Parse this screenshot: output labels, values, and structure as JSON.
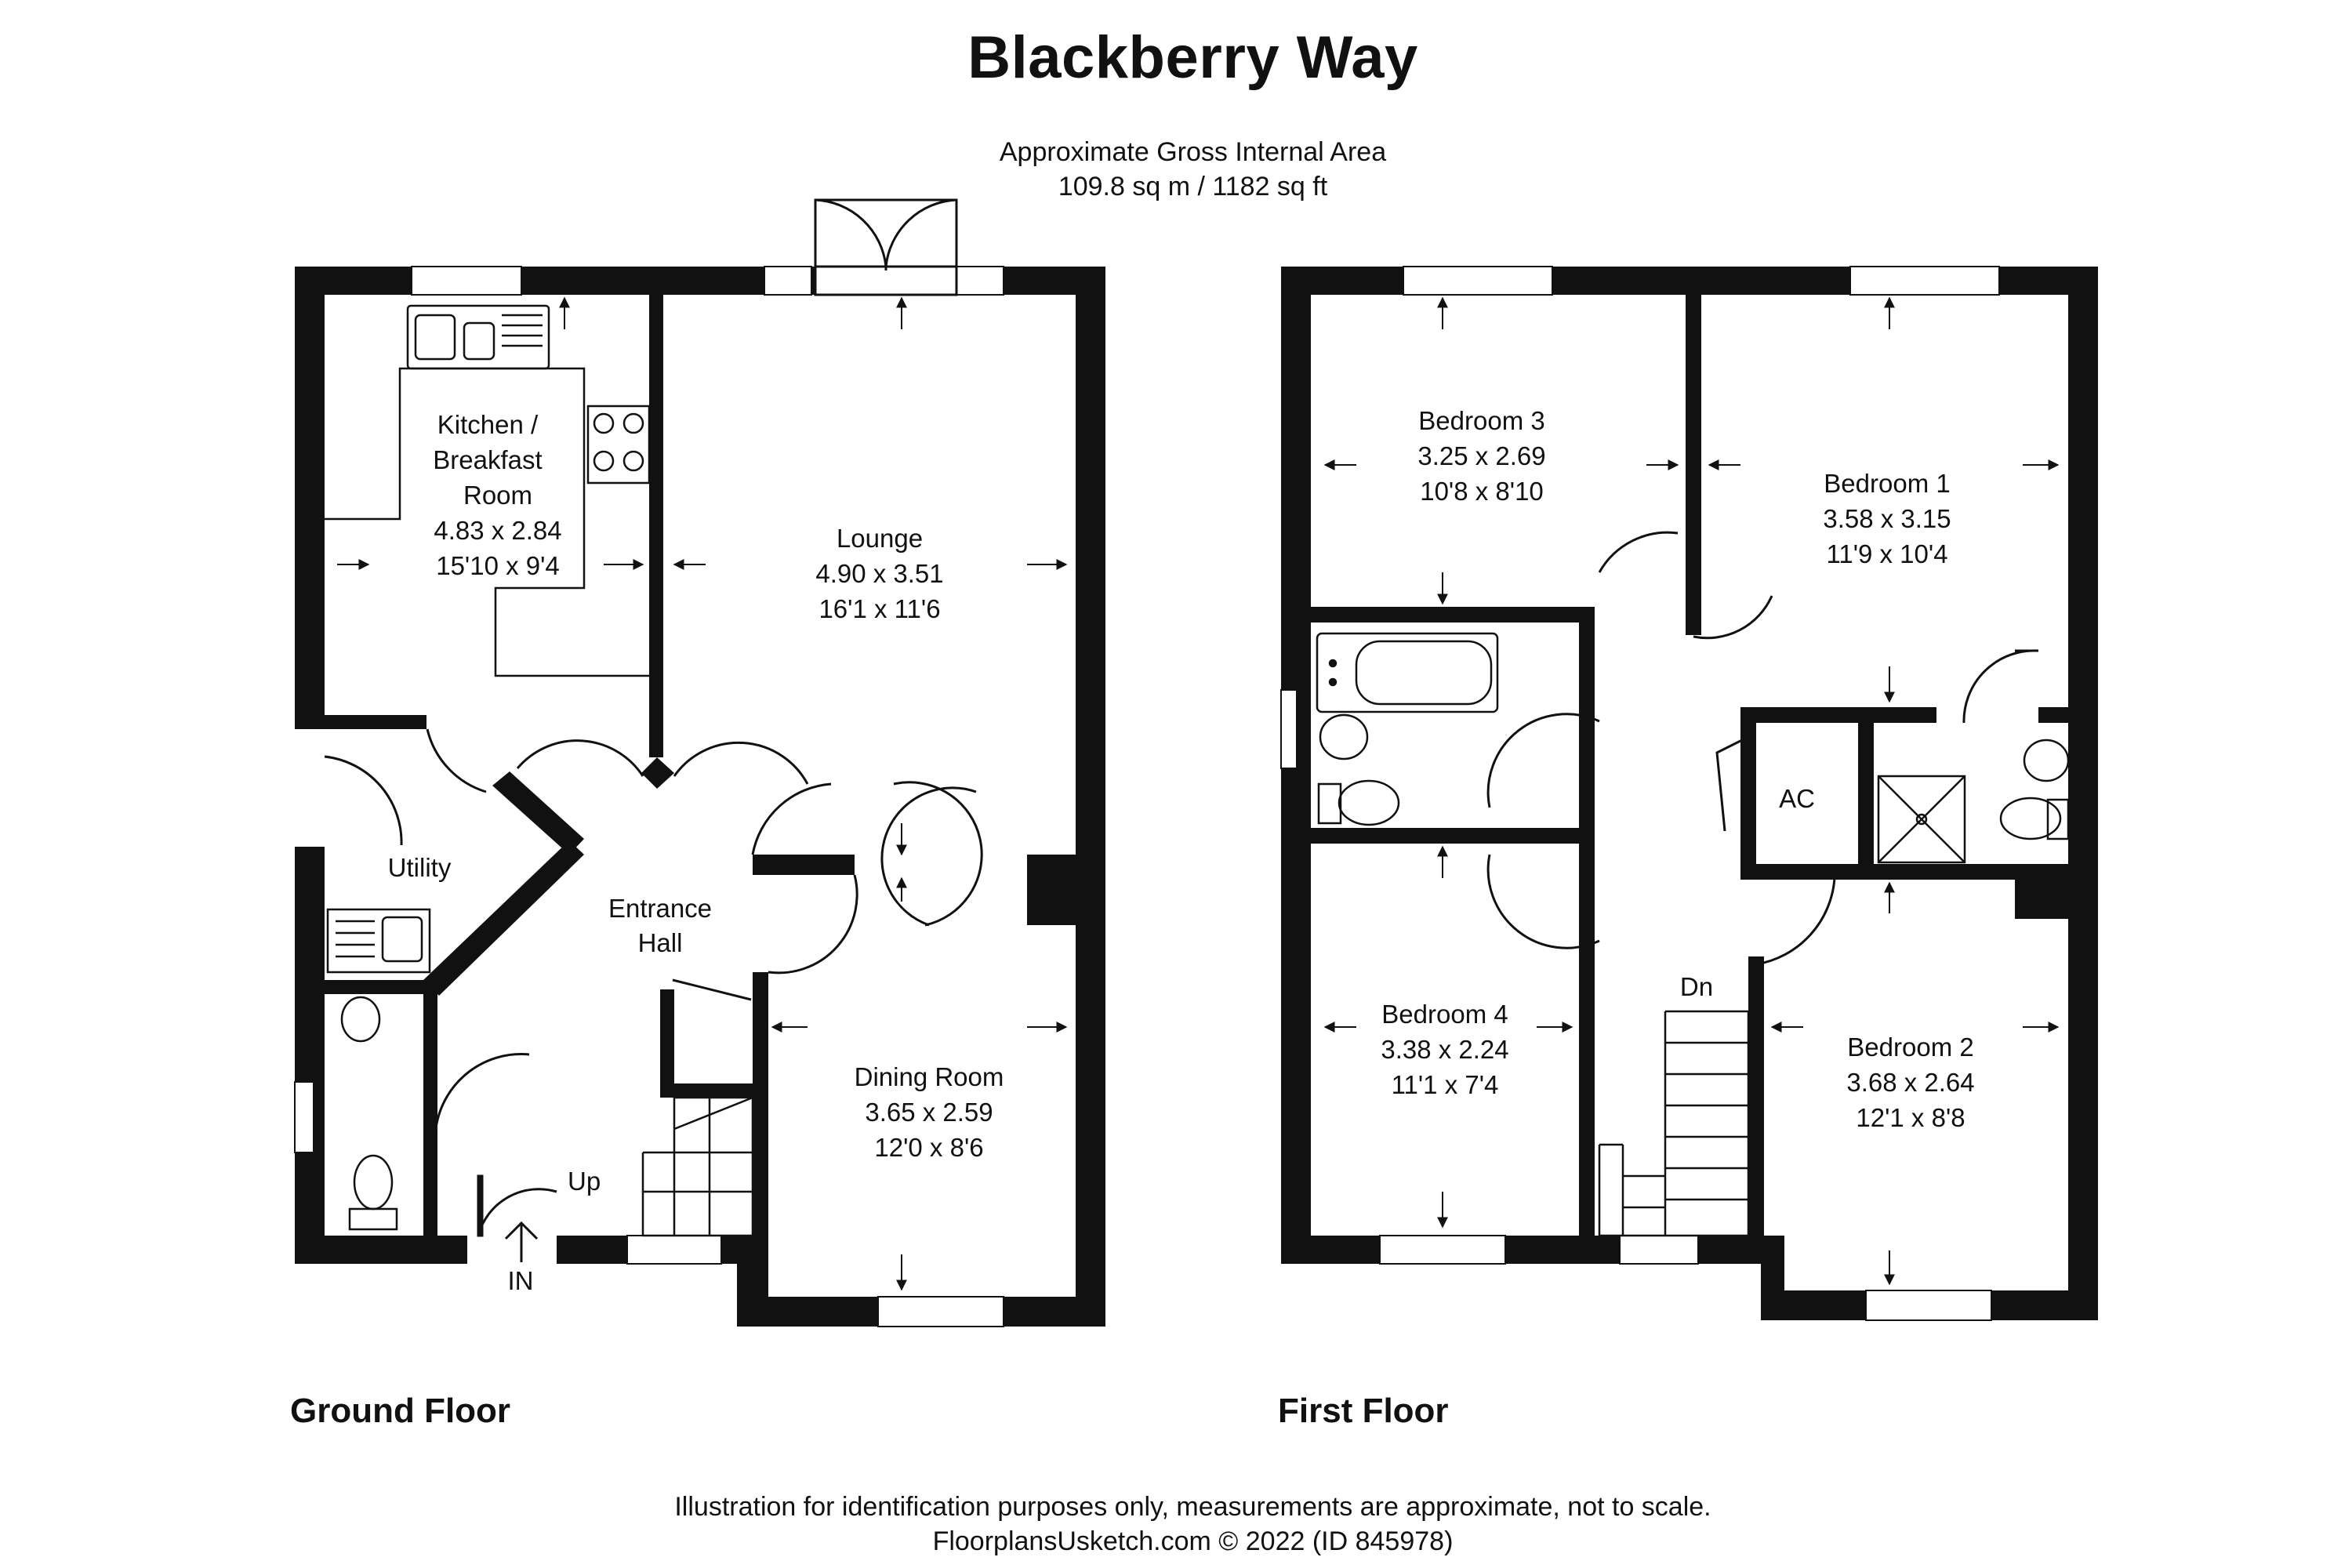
{
  "title": "Blackberry Way",
  "area": {
    "line1": "Approximate Gross Internal Area",
    "line2": "109.8 sq m / 1182 sq ft"
  },
  "floors": {
    "ground": "Ground Floor",
    "first": "First Floor"
  },
  "rooms": {
    "kitchen": {
      "l1": "Kitchen /",
      "l2": "Breakfast",
      "l3": "Room",
      "metric": "4.83 x 2.84",
      "imperial": "15'10 x 9'4"
    },
    "lounge": {
      "name": "Lounge",
      "metric": "4.90 x 3.51",
      "imperial": "16'1 x 11'6"
    },
    "utility": {
      "name": "Utility"
    },
    "hall": {
      "l1": "Entrance",
      "l2": "Hall"
    },
    "dining": {
      "name": "Dining Room",
      "metric": "3.65 x 2.59",
      "imperial": "12'0 x 8'6"
    },
    "bed3": {
      "name": "Bedroom 3",
      "metric": "3.25 x 2.69",
      "imperial": "10'8 x 8'10"
    },
    "bed1": {
      "name": "Bedroom 1",
      "metric": "3.58 x 3.15",
      "imperial": "11'9 x 10'4"
    },
    "bed4": {
      "name": "Bedroom 4",
      "metric": "3.38 x 2.24",
      "imperial": "11'1 x 7'4"
    },
    "bed2": {
      "name": "Bedroom 2",
      "metric": "3.68 x 2.64",
      "imperial": "12'1 x 8'8"
    },
    "ac": {
      "name": "AC"
    }
  },
  "markers": {
    "up": "Up",
    "dn": "Dn",
    "in": "IN"
  },
  "footer": {
    "line1": "Illustration for identification purposes only, measurements are approximate, not to scale.",
    "line2": "FloorplansUsketch.com © 2022 (ID 845978)"
  }
}
